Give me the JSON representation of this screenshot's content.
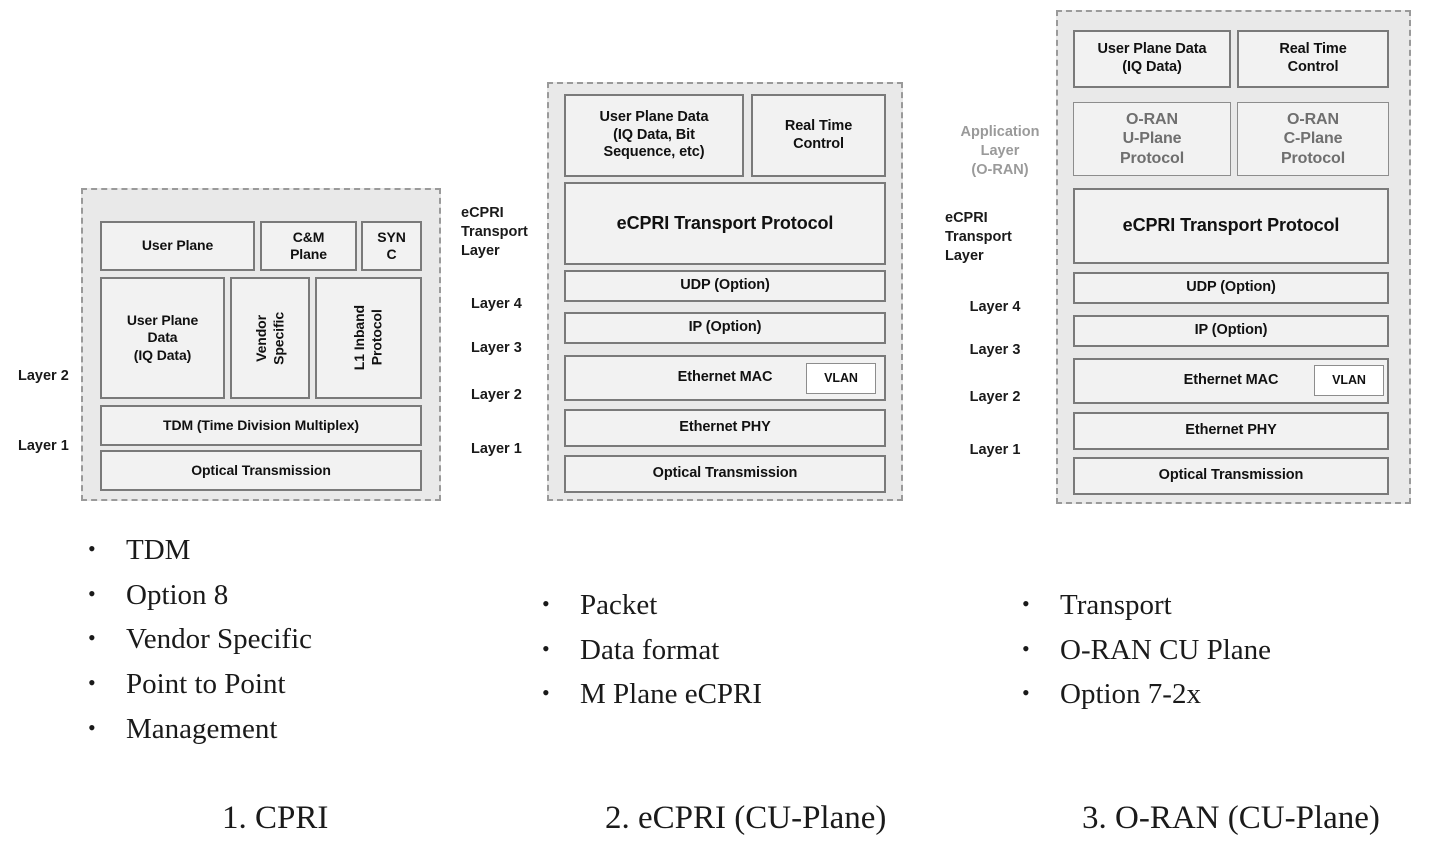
{
  "diagram": {
    "title_implicit": "CPRI vs eCPRI vs O-RAN protocol stacks",
    "columns": [
      {
        "id": "cpri",
        "caption": "1. CPRI",
        "layer_labels": [
          {
            "text": "Layer 2"
          },
          {
            "text": "Layer 1"
          }
        ],
        "boxes": [
          {
            "name": "user-plane",
            "label": "User Plane"
          },
          {
            "name": "cm-plane",
            "label": "C&M\nPlane"
          },
          {
            "name": "sync",
            "label": "SYN\nC"
          },
          {
            "name": "user-plane-data",
            "label": "User Plane\nData\n(IQ Data)"
          },
          {
            "name": "vendor-specific",
            "label": "Vendor\nSpecific"
          },
          {
            "name": "l1-inband-protocol",
            "label": "L1 Inband\nProtocol"
          },
          {
            "name": "tdm",
            "label": "TDM (Time Division Multiplex)"
          },
          {
            "name": "optical-transmission",
            "label": "Optical Transmission"
          }
        ],
        "bullets": [
          "TDM",
          "Option 8",
          "Vendor Specific",
          "Point to Point",
          "Management"
        ]
      },
      {
        "id": "ecpri",
        "caption": "2. eCPRI (CU-Plane)",
        "layer_labels": [
          {
            "text": "eCPRI\nTransport\nLayer"
          },
          {
            "text": "Layer 4"
          },
          {
            "text": "Layer 3"
          },
          {
            "text": "Layer 2"
          },
          {
            "text": "Layer 1"
          }
        ],
        "boxes": [
          {
            "name": "user-plane-data",
            "label": "User Plane Data\n(IQ Data, Bit\nSequence, etc)"
          },
          {
            "name": "real-time-control",
            "label": "Real Time\nControl"
          },
          {
            "name": "ecpri-transport",
            "label": "eCPRI  Transport Protocol"
          },
          {
            "name": "udp",
            "label": "UDP (Option)"
          },
          {
            "name": "ip",
            "label": "IP (Option)"
          },
          {
            "name": "ethernet-mac",
            "label": "Ethernet MAC"
          },
          {
            "name": "vlan",
            "label": "VLAN"
          },
          {
            "name": "ethernet-phy",
            "label": "Ethernet PHY"
          },
          {
            "name": "optical-transmission",
            "label": "Optical Transmission"
          }
        ],
        "bullets": [
          "Packet",
          "Data format",
          "M Plane eCPRI"
        ]
      },
      {
        "id": "oran",
        "caption": "3. O-RAN (CU-Plane)",
        "layer_labels": [
          {
            "text": "Application\nLayer\n(O-RAN)"
          },
          {
            "text": "eCPRI\nTransport\nLayer"
          },
          {
            "text": "Layer 4"
          },
          {
            "text": "Layer 3"
          },
          {
            "text": "Layer 2"
          },
          {
            "text": "Layer 1"
          }
        ],
        "boxes": [
          {
            "name": "user-plane-data",
            "label": "User Plane Data\n(IQ Data)"
          },
          {
            "name": "real-time-control",
            "label": "Real Time\nControl"
          },
          {
            "name": "oran-u-plane-protocol",
            "label": "O-RAN\nU-Plane\nProtocol"
          },
          {
            "name": "oran-c-plane-protocol",
            "label": "O-RAN\nC-Plane\nProtocol"
          },
          {
            "name": "ecpri-transport",
            "label": "eCPRI  Transport Protocol"
          },
          {
            "name": "udp",
            "label": "UDP (Option)"
          },
          {
            "name": "ip",
            "label": "IP (Option)"
          },
          {
            "name": "ethernet-mac",
            "label": "Ethernet MAC"
          },
          {
            "name": "vlan",
            "label": "VLAN"
          },
          {
            "name": "ethernet-phy",
            "label": "Ethernet PHY"
          },
          {
            "name": "optical-transmission",
            "label": "Optical Transmission"
          }
        ],
        "bullets": [
          "Transport",
          "O-RAN CU Plane",
          "Option 7-2x"
        ]
      }
    ],
    "bullet_glyph": "•",
    "colors": {
      "container_fill": "#e9e9e9",
      "container_border": "#9a9a9a",
      "box_fill": "#f2f2f2",
      "box_border": "#7a7a7a",
      "text": "#111111",
      "muted_text": "#6f6f6f",
      "page_background": "#ffffff"
    }
  }
}
